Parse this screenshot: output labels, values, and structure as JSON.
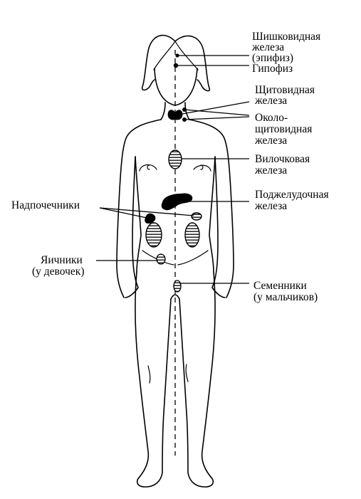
{
  "labels": {
    "pineal_1": "Шишковидная",
    "pineal_2": "железа",
    "pineal_3": "(эпифиз)",
    "pituitary": "Гипофиз",
    "thyroid_1": "Щитовидная",
    "thyroid_2": "железа",
    "parathyroid_1": "Около-",
    "parathyroid_2": "щитовидная",
    "parathyroid_3": "железа",
    "thymus_1": "Вилочковая",
    "thymus_2": "железа",
    "pancreas_1": "Поджелудочная",
    "pancreas_2": "железа",
    "adrenal": "Надпочечники",
    "ovaries_1": "Яичники",
    "ovaries_2": "(у девочек)",
    "testes_1": "Семенники",
    "testes_2": "(у мальчиков)"
  }
}
